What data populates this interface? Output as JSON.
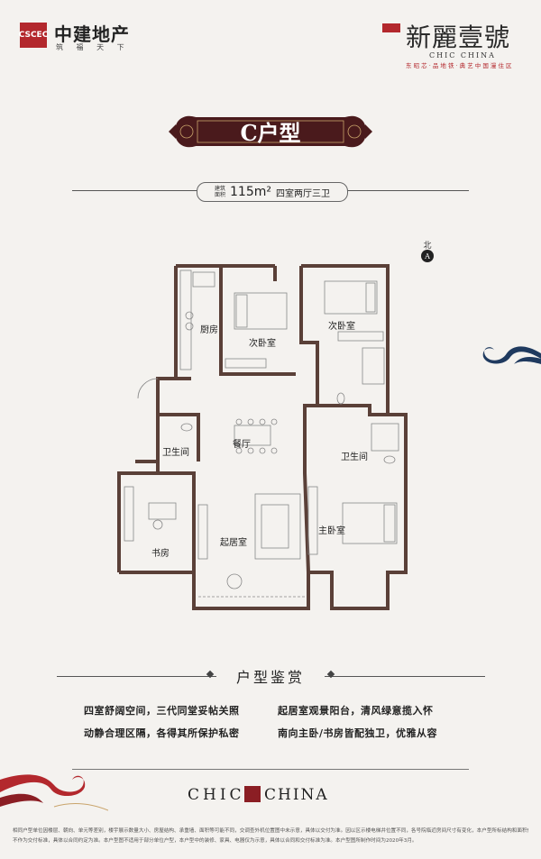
{
  "header": {
    "logo_mark": "CSCEC",
    "developer_name": "中建地产",
    "slogan": "筑 福 天 下",
    "brand_title": "新麗壹號",
    "brand_en": "CHIC CHINA",
    "brand_sub": "东 昭 芯 · 品 地 铁 · 典 艺 中 国 漫 住 区"
  },
  "unit": {
    "type_label": "C户型",
    "area_label": "建筑面积",
    "area": "115m²",
    "layout": "四室两厅三卫"
  },
  "compass": {
    "label": "北",
    "symbol": "A"
  },
  "rooms": {
    "kitchen": "厨房",
    "bedroom_2a": "次卧室",
    "bedroom_2b": "次卧室",
    "dining": "餐厅",
    "bath_left": "卫生间",
    "bath_right": "卫生间",
    "study": "书房",
    "living": "起居室",
    "master": "主卧室"
  },
  "appreciation": {
    "title": "户型鉴赏",
    "features": [
      "四室舒阔空间，三代同堂妥帖关照",
      "起居室观景阳台，清风绿意揽入怀",
      "动静合理区隔，各得其所保护私密",
      "南向主卧/书房皆配独卫，优雅从容"
    ]
  },
  "footer": {
    "brand_left": "CHIC",
    "brand_right": "CHINA",
    "disclaimer": [
      "相同户型单位因楼层、朝向、单元等差别，楼宇展示数量大小、房屋结构、承重墙、面积等可能不同，交调查外机位置图中未示意，具体以交付为准。因以区示楼电梯井位置不同，各号院临近房间尺寸有变化，本户型所标结构和面积仅供参考，",
      "不作为交付标准，具体以合同约定为准。本户型图不适用于部分单位户型，本户型中的装修、家具、电器仅为示意，具体以合同和交付标准为准。本户型图所制作时间为2020年3月。"
    ]
  },
  "colors": {
    "brand_red": "#b3282d",
    "banner_dark": "#4a1a1c",
    "wall": "#5a4038"
  }
}
